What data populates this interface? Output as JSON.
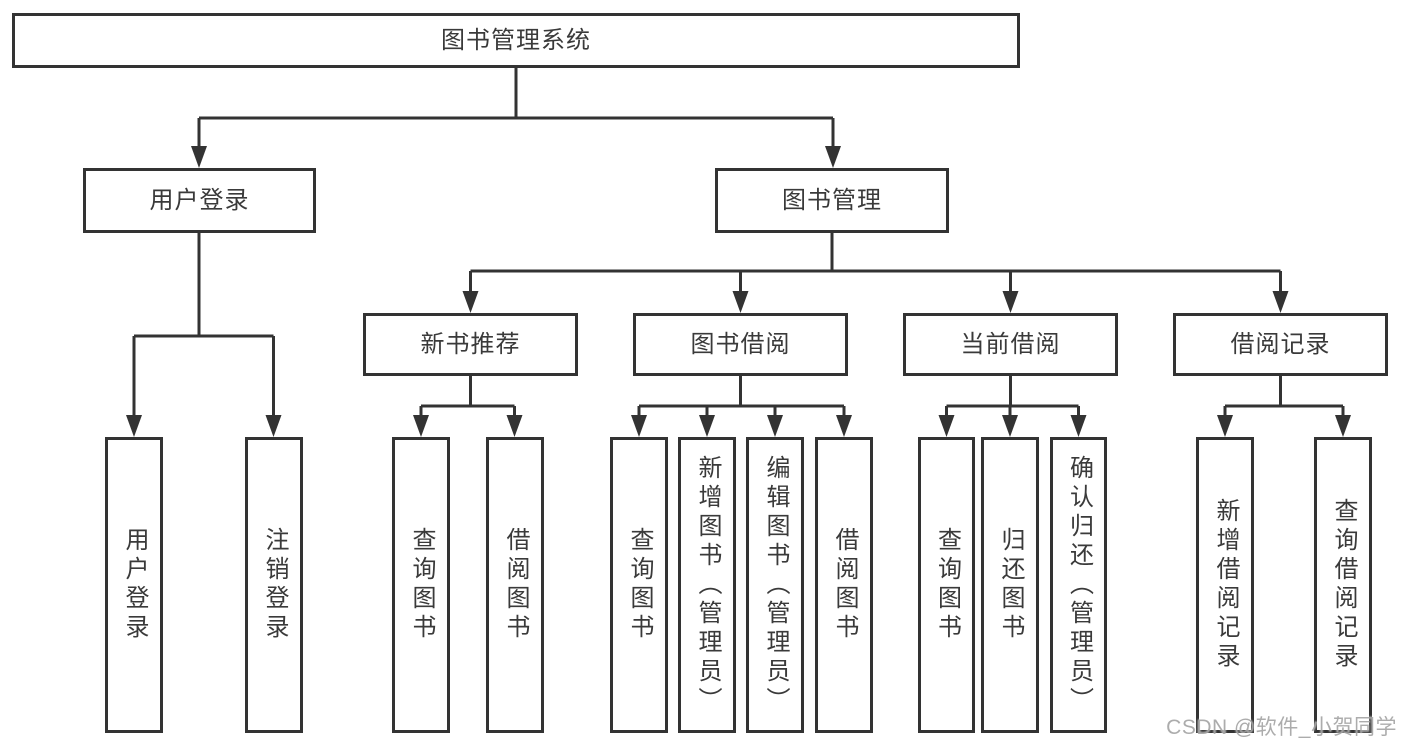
{
  "diagram": {
    "title": "图书管理系统",
    "level2": [
      {
        "label": "用户登录"
      },
      {
        "label": "图书管理"
      }
    ],
    "level3": [
      {
        "label": "新书推荐"
      },
      {
        "label": "图书借阅"
      },
      {
        "label": "当前借阅"
      },
      {
        "label": "借阅记录"
      }
    ],
    "leaves": {
      "user_login": [
        "用户登录",
        "注销登录"
      ],
      "new_books": [
        "查询图书",
        "借阅图书"
      ],
      "book_borrow": [
        "查询图书",
        "新增图书（管理员）",
        "编辑图书（管理员）",
        "借阅图书"
      ],
      "current_borrow": [
        "查询图书",
        "归还图书",
        "确认归还（管理员）"
      ],
      "borrow_records": [
        "新增借阅记录",
        "查询借阅记录"
      ]
    }
  },
  "watermark": {
    "text": "CSDN @软件_小贺同学"
  },
  "colors": {
    "line": "#333333",
    "border": "#333333",
    "text": "#3a3a3a",
    "watermark": "#9e9e9e",
    "background": "#ffffff"
  }
}
